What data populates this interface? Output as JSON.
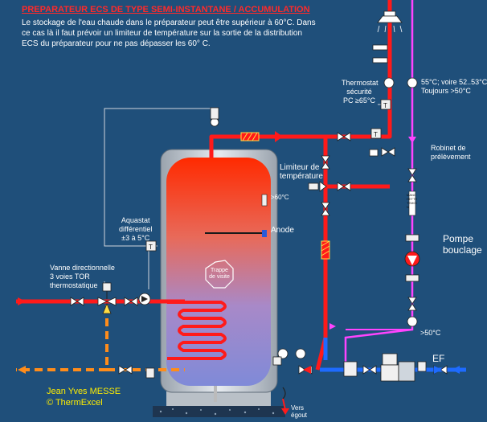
{
  "title": "PREPARATEUR ECS DE TYPE  SEMI-INSTANTANE / ACCUMULATION",
  "intro": "Le stockage de l'eau chaude dans le préparateur peut être supérieur à 60°C. Dans ce cas là il faut prévoir un limiteur de température sur la sortie de la distribution ECS du préparateur pour ne pas dépasser les 60° C.",
  "labels": {
    "thermostat": [
      "Thermostat",
      "sécurité",
      "PC ≥65°C"
    ],
    "temp_note": [
      "55°C; voire 52..53°C",
      "Toujours >50°C"
    ],
    "limiter": [
      "Limiteur de",
      "température"
    ],
    "robinet": [
      "Robinet de",
      "prélèvement"
    ],
    "aquastat": [
      "Aquastat",
      "différentiel",
      "±3 à 5°C"
    ],
    "vanne": [
      "Vanne directionnelle",
      "3 voies  TOR",
      "thermostatique"
    ],
    "anode": "Anode",
    "t60": ">60°C",
    "trappe": [
      "Trappe",
      "de visite"
    ],
    "pompe": [
      "Pompe",
      "bouclage"
    ],
    "t50": ">50°C",
    "ef": "EF",
    "egout": [
      "Vers",
      "égout"
    ],
    "manchette": "MANCHETTE TEMOIN",
    "author": "Jean Yves MESSE",
    "company": "© ThermExcel"
  },
  "colors": {
    "background": "#1f4f7a",
    "hot_pipe": "#ff1a1a",
    "cold_pipe": "#1e6bff",
    "loop_return": "#ff44ff",
    "primary_dashed": "#ff8c1a",
    "title_red": "#ff2a2a",
    "credit_yellow": "#ffee00"
  }
}
